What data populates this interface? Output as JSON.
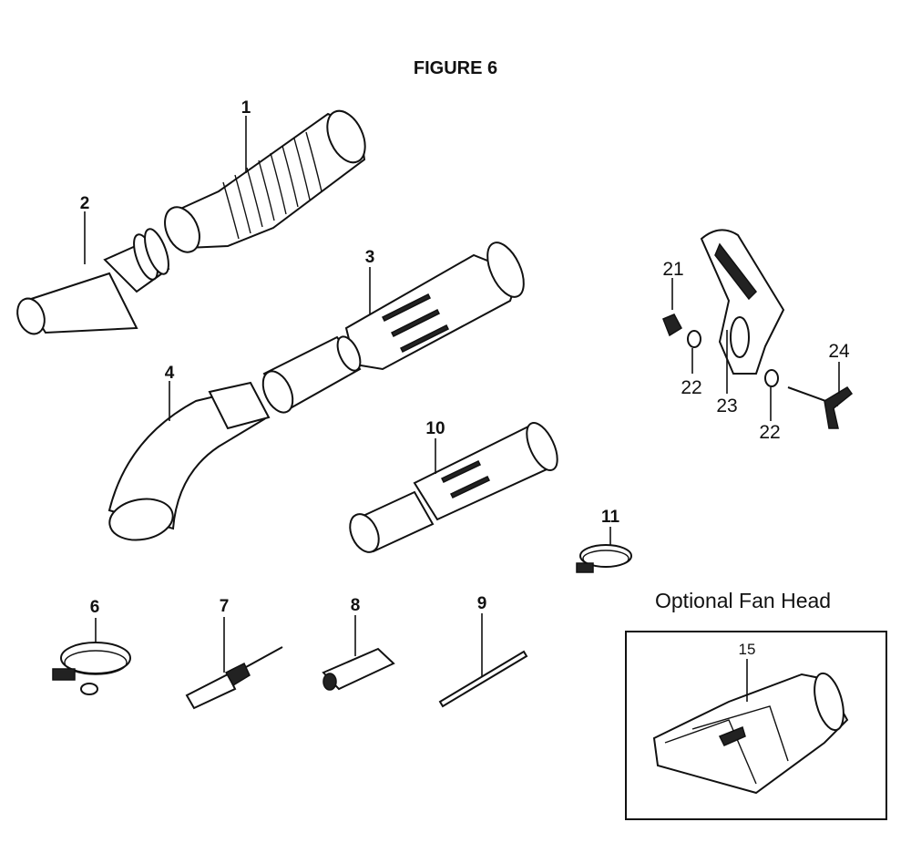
{
  "figure_title": "FIGURE 6",
  "optional_label": "Optional Fan Head",
  "callouts": {
    "c1": "1",
    "c2": "2",
    "c3": "3",
    "c4": "4",
    "c6": "6",
    "c7": "7",
    "c8": "8",
    "c9": "9",
    "c10": "10",
    "c11": "11",
    "c15": "15",
    "c21": "21",
    "c22a": "22",
    "c22b": "22",
    "c23": "23",
    "c24": "24"
  }
}
